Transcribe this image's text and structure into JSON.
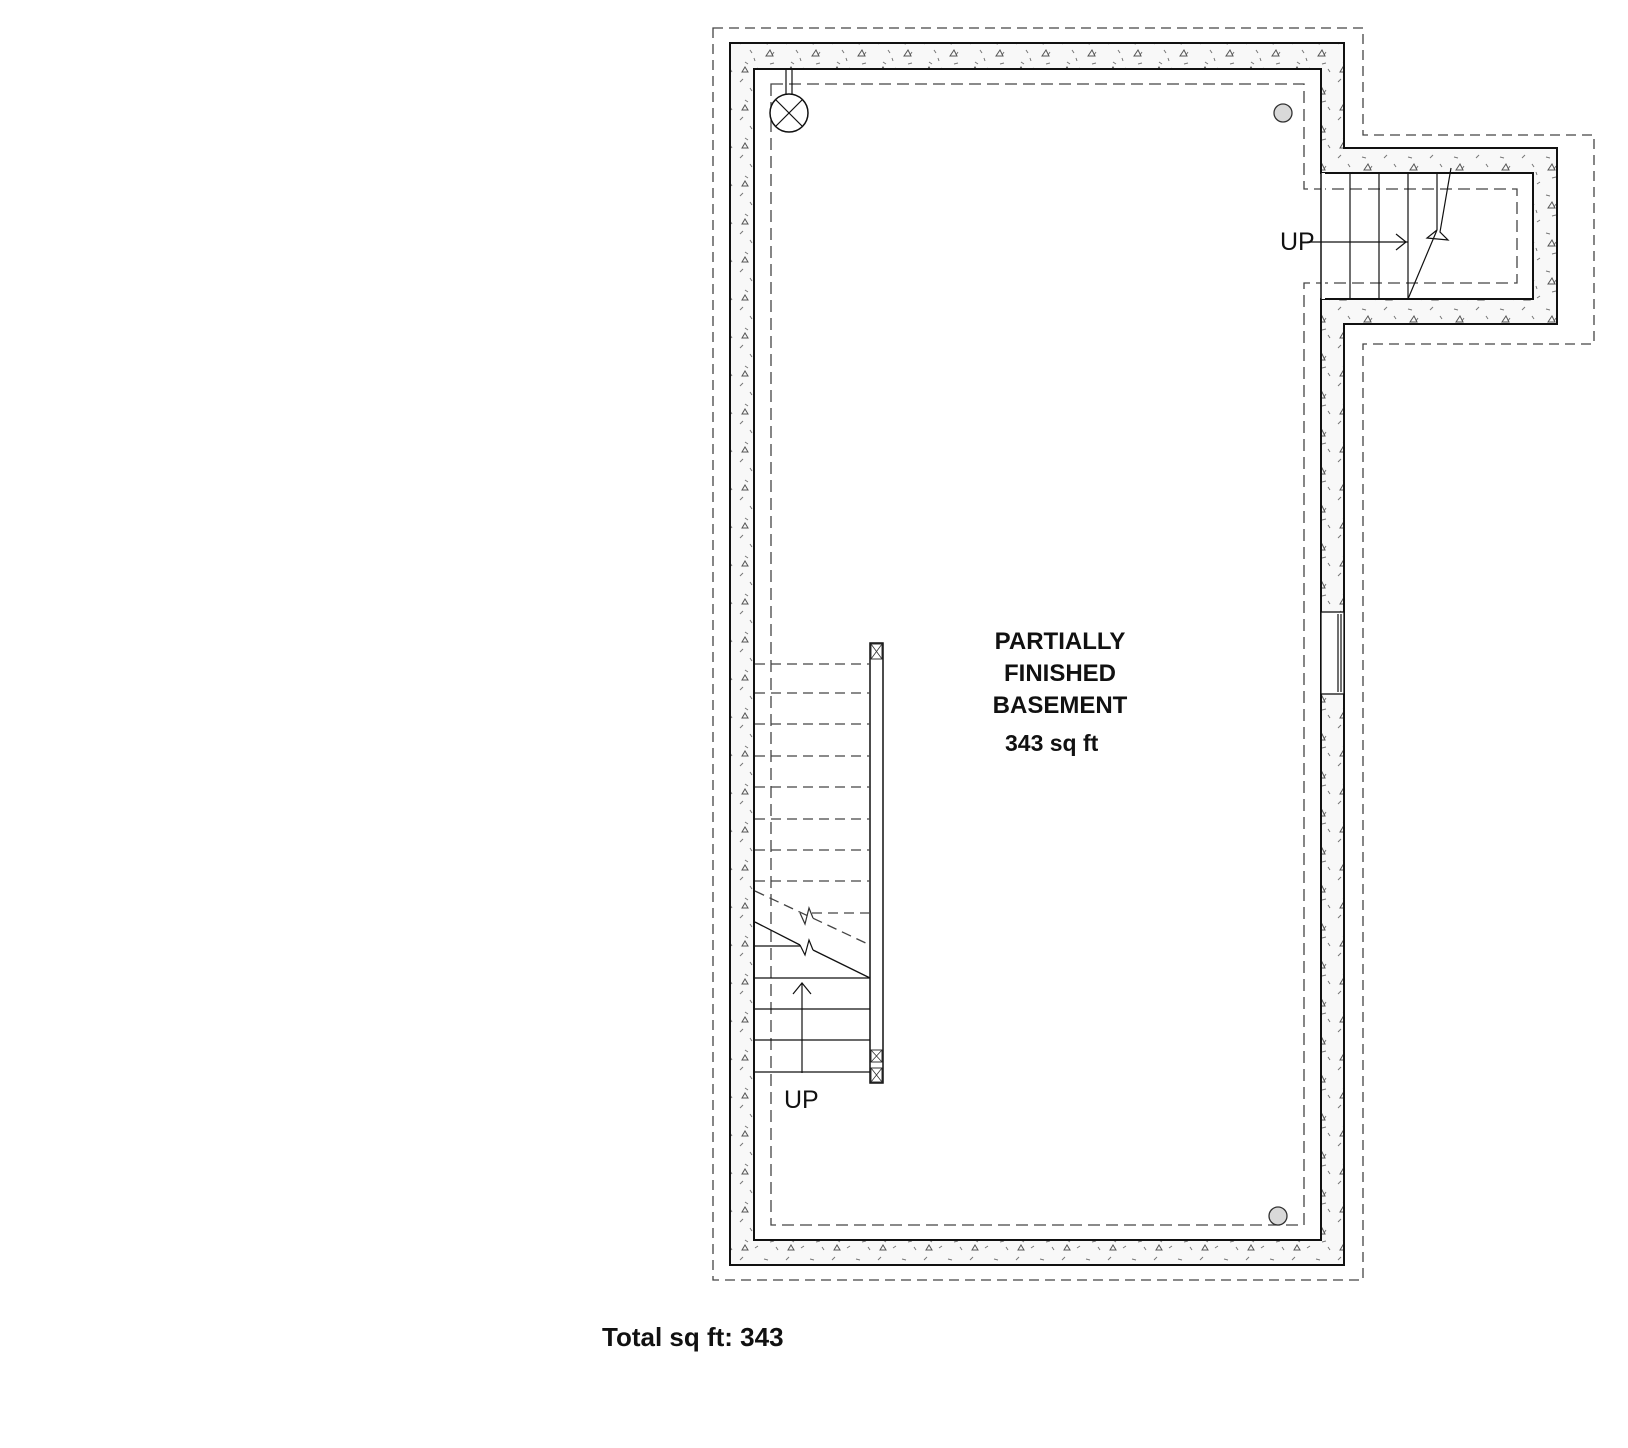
{
  "plan": {
    "room": {
      "name_line1": "PARTIALLY",
      "name_line2": "FINISHED",
      "name_line3": "BASEMENT",
      "area": "343 sq ft"
    },
    "stairs": [
      {
        "label": "UP",
        "location": "interior-left"
      },
      {
        "label": "UP",
        "location": "exterior-right-bump"
      }
    ],
    "fixtures": [
      "floor-drain-x-circle",
      "column-post-top-right",
      "column-post-bottom-right",
      "window-right-wall"
    ],
    "total": "Total sq ft: 343"
  },
  "colors": {
    "line": "#111111",
    "dashed": "#333333",
    "concrete_fill": "#f7f7f7",
    "post_fill": "#d9d9d9"
  }
}
